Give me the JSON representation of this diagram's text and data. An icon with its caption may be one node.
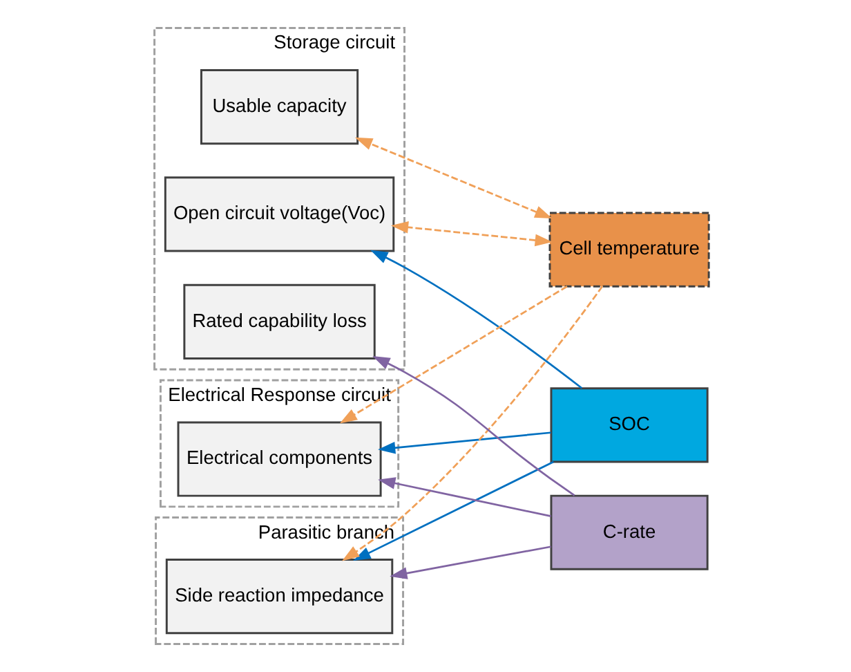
{
  "diagram": {
    "nodes": [
      {
        "text": [
          "Storage circuit"
        ]
      },
      {
        "text": [
          "Open circuit voltage(Voc)"
        ],
        "in": 0
      },
      {
        "text": [
          "Usable capacity"
        ],
        "in": 0
      },
      {
        "text": [
          "Rated capability loss"
        ],
        "in": 0
      },
      {
        "text": [
          "Electrical Response circuit"
        ]
      },
      {
        "text": [
          "Electrical components"
        ],
        "in": 4
      },
      {
        "text": [
          "Parasitic branch"
        ]
      },
      {
        "text": [
          "Side reaction impedance"
        ],
        "in": 6
      },
      {
        "text": [
          "SOC"
        ]
      },
      {
        "text": [
          "Cell temperature"
        ]
      },
      {
        "text": [
          "C-rate"
        ]
      }
    ],
    "edges": [
      {
        "from": 8,
        "to": 1,
        "arrow": "to",
        "color": "#0070c0"
      },
      {
        "from": 8,
        "to": 5,
        "arrow": "to",
        "color": "#0070c0"
      },
      {
        "from": 8,
        "to": 7,
        "arrow": "to",
        "color": "#0070c0"
      },
      {
        "from": 9,
        "to": 1,
        "arrow": "both",
        "style": "dashed",
        "color": "#f0a058"
      },
      {
        "from": 9,
        "to": 2,
        "arrow": "both",
        "style": "dashed",
        "color": "#f0a058"
      },
      {
        "from": 9,
        "to": 5,
        "arrow": "to",
        "style": "dashed",
        "color": "#f0a058"
      },
      {
        "from": 9,
        "to": 7,
        "arrow": "to",
        "style": "dashed",
        "color": "#f0a058"
      },
      {
        "from": 10,
        "to": 3,
        "arrow": "to",
        "color": "#8064a2"
      },
      {
        "from": 10,
        "to": 5,
        "arrow": "to",
        "color": "#8064a2"
      },
      {
        "from": 10,
        "to": 7,
        "arrow": "to",
        "color": "#8064a2"
      }
    ]
  }
}
